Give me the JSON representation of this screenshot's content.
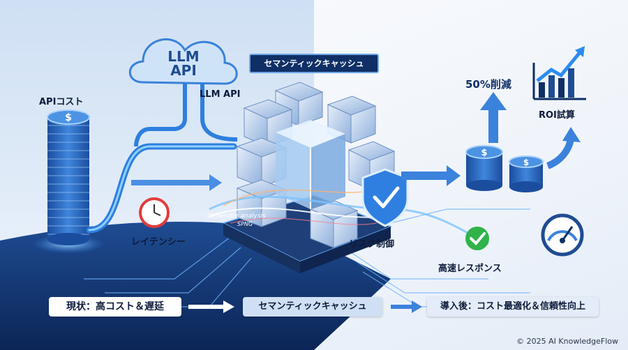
{
  "labels": {
    "api_cost": "APIコスト",
    "cloud_line1": "LLM",
    "cloud_line2": "API",
    "llm_api": "LLM API",
    "title": "セマンティックキャッシュ",
    "reduction": "50%削減",
    "roi": "ROI試算",
    "latency": "レイテンシー",
    "risk": "リスク制御",
    "fast_response": "高速レスポンス",
    "screen_text1": "Generatie analysis",
    "screen_text2": "SPNG"
  },
  "bottom_flow": {
    "current": "現状：高コスト＆遅延",
    "middle": "セマンティックキャッシュ",
    "after": "導入後：コスト最適化＆信頼性向上"
  },
  "icons": {
    "coin": "dollar-coin-icon",
    "cloud": "cloud-icon",
    "clock": "clock-icon",
    "shield": "shield-check-icon",
    "check": "check-circle-icon",
    "gauge": "speedometer-icon",
    "chart": "growth-chart-icon"
  },
  "colors": {
    "accent": "#1f6fd6",
    "dark": "#0f2f66",
    "green": "#2fb34a",
    "red": "#e33b3b"
  },
  "copyright": "© 2025 AI KnowledgeFlow"
}
